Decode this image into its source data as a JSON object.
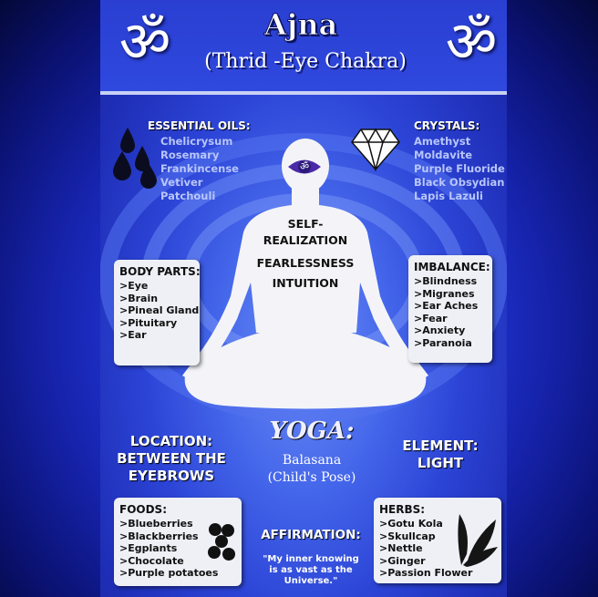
{
  "header": {
    "title": "Ajna",
    "subtitle": "(Thrid -Eye Chakra)",
    "om_symbol": "ॐ"
  },
  "essential_oils": {
    "label": "ESSENTIAL OILS:",
    "items": [
      "Chelicrysum",
      "Rosemary",
      "Frankincense",
      "Vetiver",
      "Patchouli"
    ]
  },
  "crystals": {
    "label": "CRYSTALS:",
    "items": [
      "Amethyst",
      "Moldavite",
      "Purple Fluoride",
      "Black Obsydian",
      "Lapis Lazuli"
    ]
  },
  "body_parts": {
    "label": "BODY PARTS:",
    "items": [
      ">Eye",
      ">Brain",
      ">Pineal Gland",
      ">Pituitary",
      ">Ear"
    ]
  },
  "imbalance": {
    "label": "IMBALANCE:",
    "items": [
      ">Blindness",
      ">Migranes",
      ">Ear Aches",
      ">Fear",
      ">Anxiety",
      ">Paranoia"
    ]
  },
  "figure": {
    "line1": "SELF-",
    "line2": "REALIZATION",
    "line3": "FEARLESSNESS",
    "line4": "INTUITION",
    "eye_symbol": "ॐ"
  },
  "location": {
    "line1": "LOCATION:",
    "line2": "BETWEEN THE",
    "line3": "EYEBROWS"
  },
  "yoga": {
    "label": "YOGA:",
    "pose": "Balasana",
    "pose_english": "(Child's Pose)"
  },
  "element": {
    "line1": "ELEMENT:",
    "line2": "LIGHT"
  },
  "foods": {
    "label": "FOODS:",
    "items": [
      ">Blueberries",
      ">Blackberries",
      ">Egplants",
      ">Chocolate",
      ">Purple potatoes"
    ]
  },
  "affirmation": {
    "label": "AFFIRMATION:",
    "line1": "\"My inner knowing",
    "line2": "is as vast as the",
    "line3": "Universe.\""
  },
  "herbs": {
    "label": "HERBS:",
    "items": [
      ">Gotu Kola",
      ">Skullcap",
      ">Nettle",
      ">Ginger",
      ">Passion Flower"
    ]
  },
  "colors": {
    "panel_blue": "#2c44d6",
    "list_text": "#b8c6fb",
    "card_bg": "#eef0f6",
    "figure_white": "#f4f4f8",
    "eye_purple": "#4b2aa8"
  },
  "icons": [
    "om-icon",
    "oil-drops-icon",
    "diamond-icon",
    "blueberries-icon",
    "herb-leaves-icon",
    "third-eye-icon"
  ]
}
